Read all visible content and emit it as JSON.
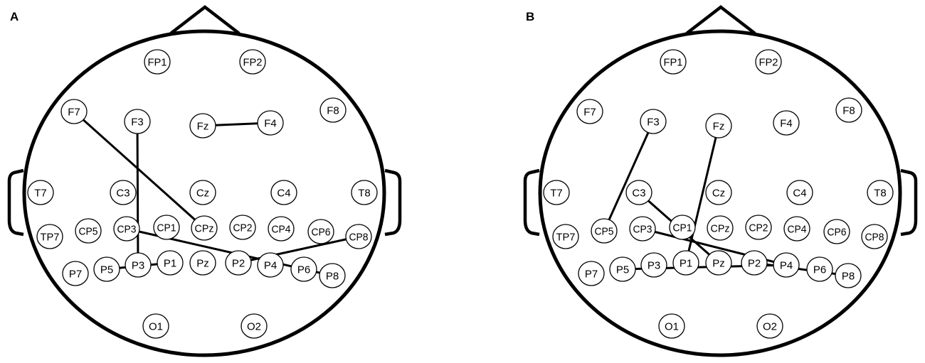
{
  "panels": [
    {
      "label": "A",
      "connections": [
        [
          "F7",
          "CPz"
        ],
        [
          "F3",
          "P3"
        ],
        [
          "Fz",
          "F4"
        ],
        [
          "CP3",
          "P8"
        ],
        [
          "P5",
          "P1"
        ],
        [
          "P2",
          "CP8"
        ]
      ]
    },
    {
      "label": "B",
      "connections": [
        [
          "F3",
          "CP5"
        ],
        [
          "Fz",
          "P1"
        ],
        [
          "C3",
          "Pz"
        ],
        [
          "CP3",
          "P4"
        ],
        [
          "P5",
          "P4"
        ],
        [
          "P2",
          "P8"
        ]
      ]
    }
  ],
  "electrodes": [
    "FP1",
    "FP2",
    "F7",
    "F3",
    "Fz",
    "F4",
    "F8",
    "T7",
    "C3",
    "Cz",
    "C4",
    "T8",
    "TP7",
    "CP5",
    "CP3",
    "CP1",
    "CPz",
    "CP2",
    "CP4",
    "CP6",
    "CP8",
    "P7",
    "P5",
    "P3",
    "P1",
    "Pz",
    "P2",
    "P4",
    "P6",
    "P8",
    "O1",
    "O2"
  ]
}
